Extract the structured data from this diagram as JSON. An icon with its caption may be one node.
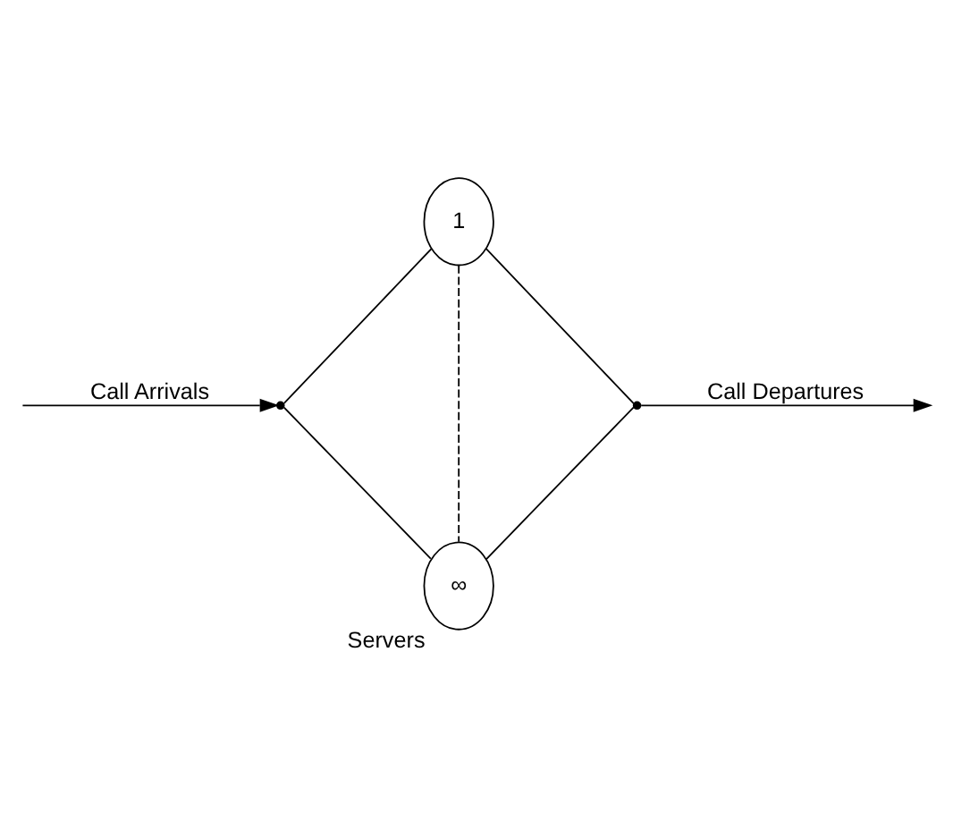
{
  "diagram": {
    "nodes": [
      {
        "text": [],
        "shape": "point"
      },
      {
        "text": [
          "1"
        ]
      },
      {
        "text": [
          "∞"
        ],
        "beside": [
          "Servers"
        ]
      },
      {
        "text": [],
        "shape": "point"
      }
    ],
    "edges": [
      {
        "from": null,
        "to": 0,
        "arrow": "to",
        "label": "Call Arrivals"
      },
      {
        "from": 0,
        "to": 1,
        "arrow": "none"
      },
      {
        "from": 0,
        "to": 2,
        "arrow": "none"
      },
      {
        "from": 1,
        "to": 3,
        "arrow": "none"
      },
      {
        "from": 2,
        "to": 3,
        "arrow": "none"
      },
      {
        "from": 3,
        "to": null,
        "arrow": "to",
        "label": "Call Departures"
      },
      {
        "from": 1,
        "to": 2,
        "arrow": "none",
        "style": "dashed"
      }
    ]
  }
}
